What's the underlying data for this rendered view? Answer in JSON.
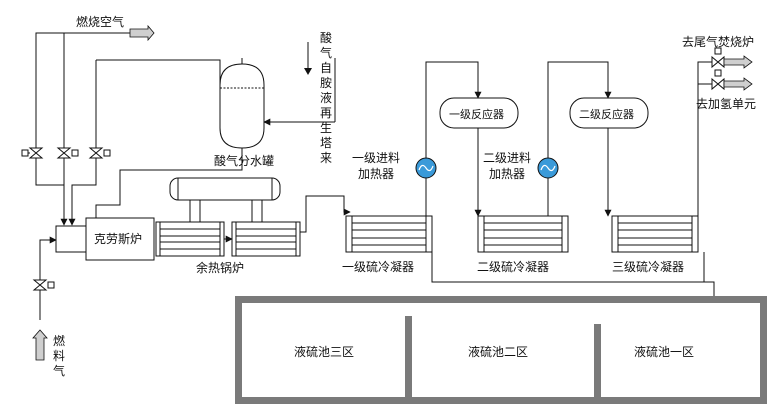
{
  "labels": {
    "combustion_air": "燃烧空气",
    "acid_gas_from_amine_regen": [
      "酸",
      "气",
      "自",
      "胺",
      "液",
      "再",
      "生",
      "塔",
      "来"
    ],
    "acid_gas_water_tank": "酸气分水罐",
    "claus_furnace": "克劳斯炉",
    "waste_heat_boiler": "余热锅炉",
    "fuel_gas": [
      "燃",
      "料",
      "气"
    ],
    "first_feed_heater": [
      "一级进料",
      "加热器"
    ],
    "second_feed_heater": [
      "二级进料",
      "加热器"
    ],
    "first_reactor": "一级反应器",
    "second_reactor": "二级反应器",
    "first_condenser": "一级硫冷凝器",
    "second_condenser": "二级硫冷凝器",
    "third_condenser": "三级硫冷凝器",
    "to_tail_gas_incinerator": "去尾气焚烧炉",
    "to_hydrogenation_unit": "去加氢单元",
    "pit_zone_3": "液硫池三区",
    "pit_zone_2": "液硫池二区",
    "pit_zone_1": "液硫池一区"
  },
  "colors": {
    "heater_fill": "#3a9ad9",
    "pit_border": "#7a7a7a",
    "arrow_fill": "#cfcfcf"
  }
}
